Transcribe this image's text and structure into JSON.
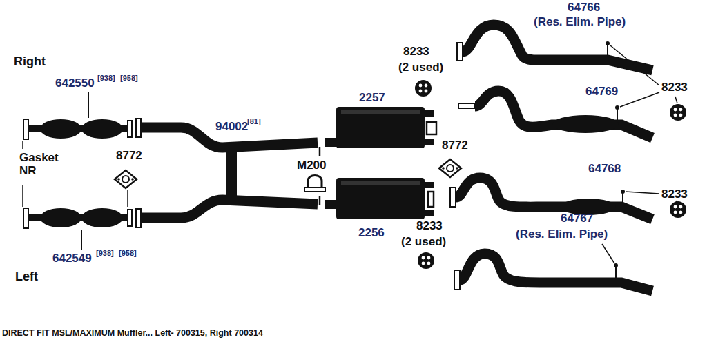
{
  "diagram": {
    "caption": "DIRECT FIT MSL/MAXIMUM Muffler... Left- 700315, Right 700314",
    "labels": [
      "Right",
      "642550",
      "[938]",
      "[958]",
      "Gasket NR",
      "8772",
      "94002",
      "[81]",
      "M200",
      "2257",
      "8233",
      "(2 used)",
      "64766",
      "(Res. Elim. Pipe)",
      "8233",
      "64769",
      "8772",
      "64768",
      "8233",
      "2256",
      "8233",
      "(2 used)",
      "64767",
      "(Res. Elim. Pipe)",
      "642549",
      "[938]",
      "[958]",
      "Left"
    ]
  }
}
